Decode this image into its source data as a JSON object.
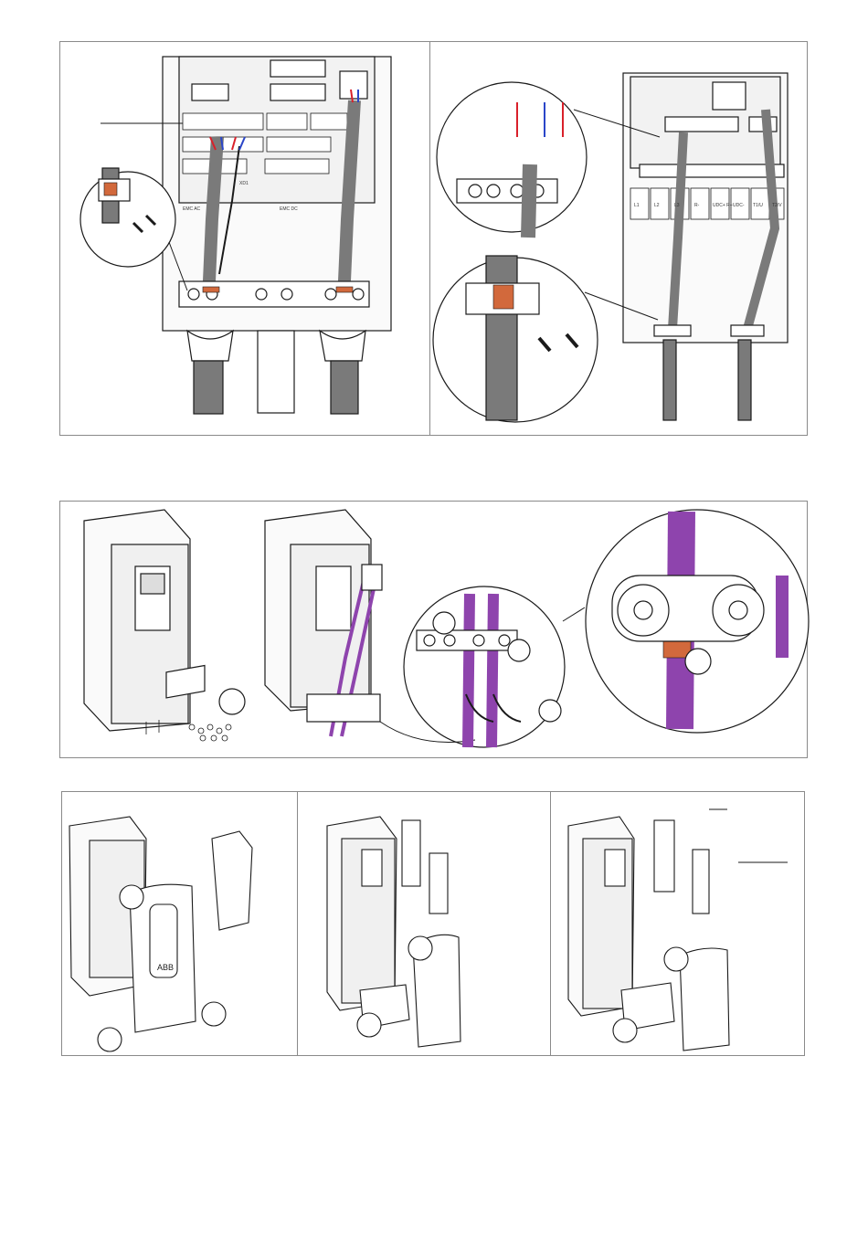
{
  "colors": {
    "outline": "#1a1a1a",
    "frame": "#8a8a8a",
    "cable_grey": "#7a7a7a",
    "cable_purple": "#8e44ad",
    "copper": "#d2693c",
    "wire_red": "#d9202a",
    "wire_blue": "#2a45c8",
    "fill_light": "#f4f4f4"
  },
  "icons": [
    "screw-icon",
    "magnifier-circle-icon",
    "cable-clamp-icon"
  ],
  "terminals": {
    "panel1_main_strip": "XD1",
    "panel1_emc_left": "EMC AC",
    "panel1_emc_right": "EMC DC",
    "panel2_power": [
      "L1",
      "L2",
      "L3",
      "R-",
      "UDC+ R+",
      "UDC-",
      "T1/U",
      "T2/V"
    ]
  },
  "panel3": {
    "cable_count": 2
  },
  "panel4": {
    "steps": 3
  },
  "abb_logo": "ABB"
}
